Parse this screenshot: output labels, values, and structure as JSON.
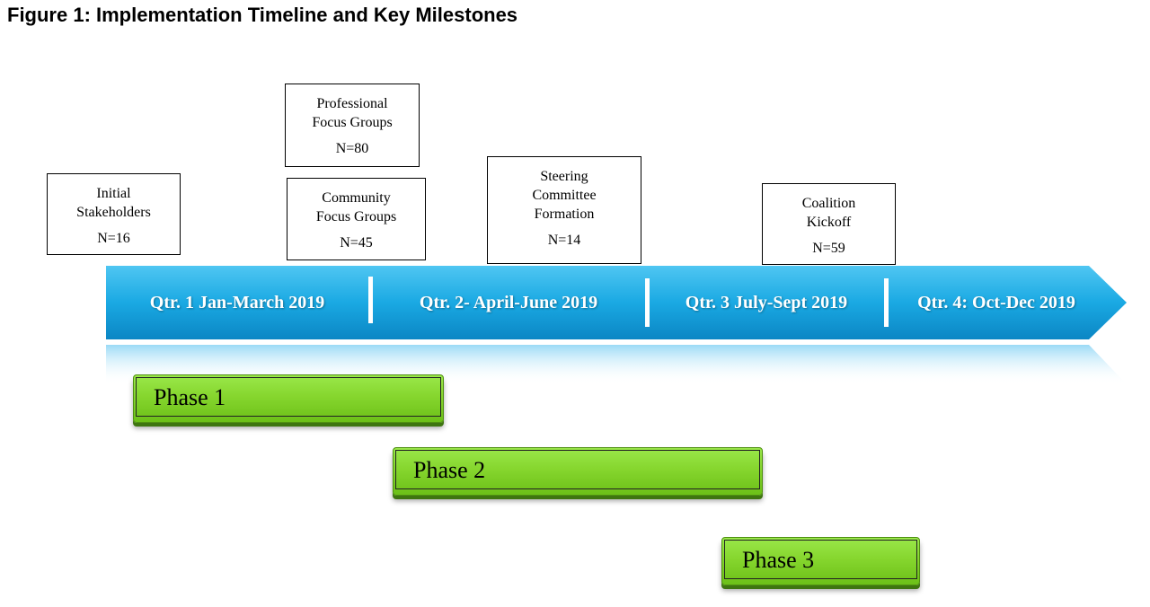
{
  "title": "Figure 1: Implementation Timeline and Key Milestones",
  "milestones": [
    {
      "label": "Initial\nStakeholders",
      "count": "N=16"
    },
    {
      "label": "Professional\nFocus Groups",
      "count": "N=80"
    },
    {
      "label": "Community\nFocus Groups",
      "count": "N=45"
    },
    {
      "label": "Steering\nCommittee\nFormation",
      "count": "N=14"
    },
    {
      "label": "Coalition\nKickoff",
      "count": "N=59"
    }
  ],
  "quarters": [
    "Qtr. 1 Jan-March 2019",
    "Qtr. 2- April-June 2019",
    "Qtr. 3 July-Sept 2019",
    "Qtr. 4: Oct-Dec 2019"
  ],
  "phases": [
    "Phase 1",
    "Phase 2",
    "Phase 3"
  ],
  "colors": {
    "timeline": "#1aa9e3",
    "phase": "#86d62e"
  }
}
